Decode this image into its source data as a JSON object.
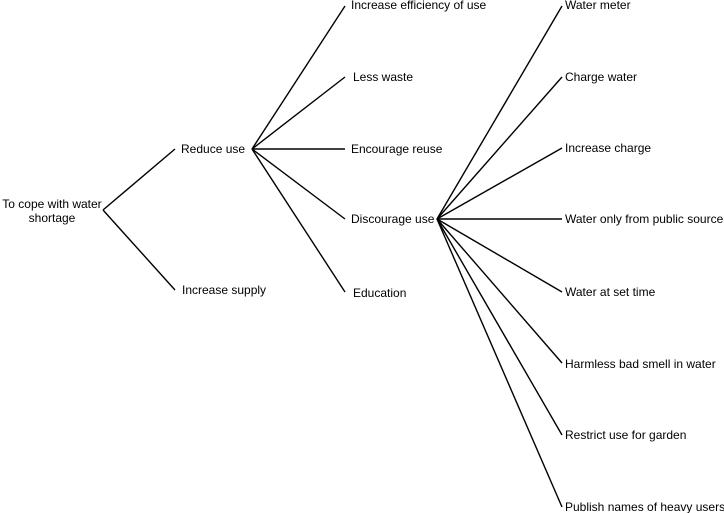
{
  "diagram": {
    "root": "To cope with water shortage",
    "level1": {
      "reduce": "Reduce use",
      "increase": "Increase supply"
    },
    "reduce_children": {
      "efficiency": "Increase efficiency of use",
      "less_waste": "Less waste",
      "reuse": "Encourage reuse",
      "discourage": "Discourage use",
      "education": "Education"
    },
    "discourage_children": {
      "water_meter": "Water meter",
      "charge_water": "Charge water",
      "increase_charge": "Increase charge",
      "public_source": "Water only from public source",
      "set_time": "Water at set time",
      "bad_smell": "Harmless bad smell in water",
      "garden": "Restrict use for garden",
      "publish_names": "Publish names of heavy users"
    },
    "line_color": "#000000"
  }
}
